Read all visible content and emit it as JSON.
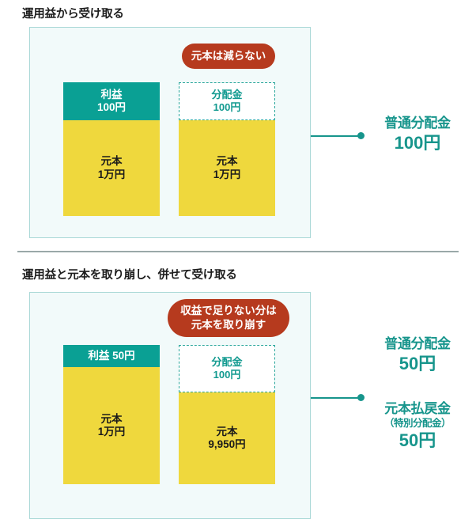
{
  "sections": [
    {
      "title": "運用益から受け取る",
      "left_bar": {
        "profit": {
          "line1": "利益",
          "line2": "100円"
        },
        "principal": {
          "line1": "元本",
          "line2": "1万円"
        }
      },
      "right_bar": {
        "payout": {
          "line1": "分配金",
          "line2": "100円"
        },
        "principal": {
          "line1": "元本",
          "line2": "1万円"
        }
      },
      "badge": {
        "line1": "元本は減らない",
        "line2": ""
      },
      "results": [
        {
          "title": "普通分配金",
          "sub": "",
          "value": "100円"
        }
      ]
    },
    {
      "title": "運用益と元本を取り崩し、併せて受け取る",
      "left_bar": {
        "profit": {
          "line1": "利益 50円",
          "line2": ""
        },
        "principal": {
          "line1": "元本",
          "line2": "1万円"
        }
      },
      "right_bar": {
        "payout": {
          "line1": "分配金",
          "line2": "100円"
        },
        "principal": {
          "line1": "元本",
          "line2": "9,950円"
        }
      },
      "badge": {
        "line1": "収益で足りない分は",
        "line2": "元本を取り崩す"
      },
      "results": [
        {
          "title": "普通分配金",
          "sub": "",
          "value": "50円"
        },
        {
          "title": "元本払戻金",
          "sub": "（特別分配金）",
          "value": "50円"
        }
      ]
    }
  ],
  "colors": {
    "profit_bar": "#0aa094",
    "principal_bar": "#efd83d",
    "payout_box_border": "#2aa79c",
    "badge": "#b63a1e",
    "accent_teal": "#17958c",
    "panel_bg": "#f2fafa",
    "panel_border": "#a9d8d6",
    "divider": "#9aa8a8"
  }
}
